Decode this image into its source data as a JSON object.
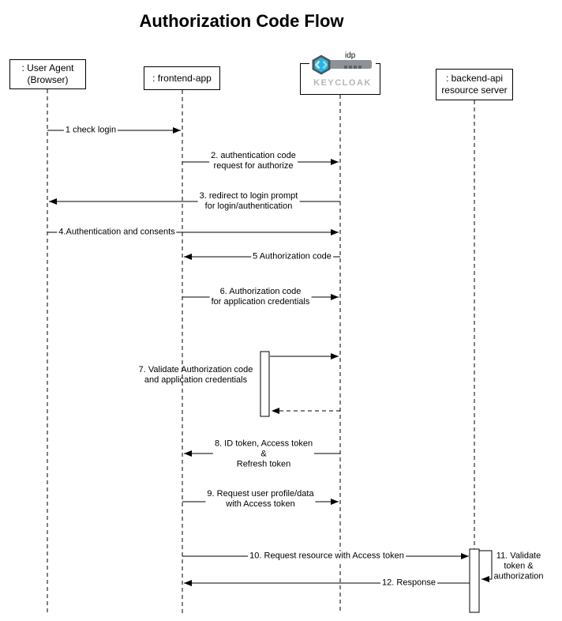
{
  "title": "Authorization Code Flow",
  "diagram_type": "uml-sequence",
  "participants": [
    {
      "id": "user-agent",
      "label": ": User Agent\n(Browser)"
    },
    {
      "id": "frontend-app",
      "label": ": frontend-app"
    },
    {
      "id": "keycloak-idp",
      "logo_label": "idp",
      "logo_wordmark": "KEYCLOAK"
    },
    {
      "id": "backend-api",
      "label": ": backend-api\nresource server"
    }
  ],
  "messages": [
    {
      "num": "1",
      "label": "1 check login",
      "from": "user-agent",
      "to": "frontend-app",
      "line": "solid"
    },
    {
      "num": "2",
      "label": "2. authentication code\nrequest for authorize",
      "from": "frontend-app",
      "to": "keycloak-idp",
      "line": "solid"
    },
    {
      "num": "3",
      "label": "3. redirect to login prompt\nfor login/authentication",
      "from": "keycloak-idp",
      "to": "user-agent",
      "line": "solid"
    },
    {
      "num": "4",
      "label": "4.Authentication and consents",
      "from": "user-agent",
      "to": "keycloak-idp",
      "line": "solid"
    },
    {
      "num": "5",
      "label": "5 Authorization code",
      "from": "keycloak-idp",
      "to": "frontend-app",
      "line": "solid"
    },
    {
      "num": "6",
      "label": "6. Authorization code\nfor application credentials",
      "from": "frontend-app",
      "to": "keycloak-idp",
      "line": "solid"
    },
    {
      "num": "7",
      "label": "7. Validate Authorization code\nand application credentials",
      "from": "activation-bar",
      "to": "keycloak-idp",
      "line": "solid",
      "return_line": "dashed"
    },
    {
      "num": "8",
      "label": "8. ID token, Access token\n&\nRefresh token",
      "from": "keycloak-idp",
      "to": "frontend-app",
      "line": "solid"
    },
    {
      "num": "9",
      "label": "9. Request user profile/data\nwith Access token",
      "from": "frontend-app",
      "to": "keycloak-idp",
      "line": "solid"
    },
    {
      "num": "10",
      "label": "10. Request resource with Access token",
      "from": "frontend-app",
      "to": "backend-api",
      "line": "solid"
    },
    {
      "num": "11",
      "label": "11. Validate token &\nauthorization",
      "from": "backend-api",
      "to": "backend-api",
      "line": "solid"
    },
    {
      "num": "12",
      "label": "12. Response",
      "from": "backend-api",
      "to": "frontend-app",
      "line": "solid"
    }
  ],
  "colors": {
    "line": "#000000",
    "keycloak_hex_dark": "#4d545b",
    "keycloak_cyan": "#2db4dc",
    "keycloak_chevron": "#9fe0f2",
    "keycloak_shaft_gray": "#8e9296",
    "keycloak_wordmark_gray": "#b4b6b8"
  }
}
